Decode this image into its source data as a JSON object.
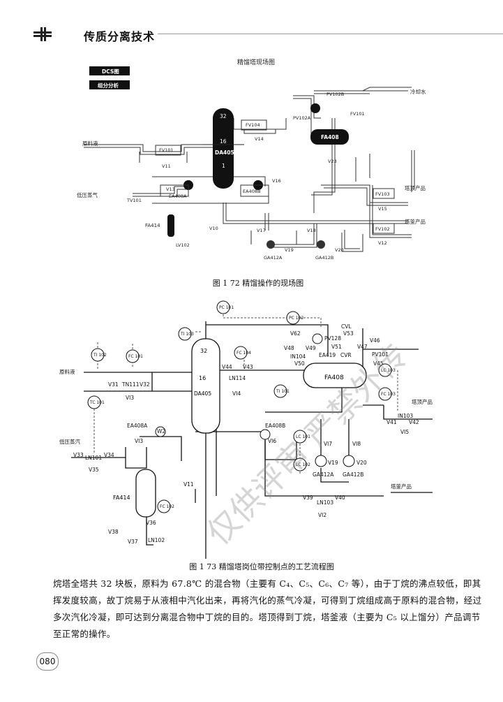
{
  "header": {
    "title": "传质分离技术"
  },
  "fig72": {
    "screen_title": "精馏塔现场图",
    "btn_dcs": "DCS图",
    "btn_analysis": "组分分析",
    "caption": "图 1 72   精馏操作的现场图",
    "labels": {
      "cooling_water": "冷却水",
      "feed": "原料液",
      "steam": "低压蒸气",
      "top_product": "塔顶产品",
      "bottom_product": "塔釜产品",
      "pv102b": "PV102B",
      "pv102a": "PV102A",
      "fv101_top": "FV101",
      "fv104": "FV104",
      "v14": "V14",
      "fa408": "FA408",
      "v23": "V23",
      "fv101": "FV101",
      "v11": "V11",
      "t32": "32",
      "t16": "16",
      "t1": "1",
      "da405": "DA405",
      "v16": "V16",
      "ea408b": "EA408B",
      "v13": "V13",
      "ea408a": "EA408A",
      "tv101": "TV101",
      "fv103": "FV103",
      "v15": "V15",
      "fv102": "FV102",
      "v12": "V12",
      "fa414": "FA414",
      "v10": "V10",
      "v17": "V17",
      "v18": "V18",
      "v19": "V19",
      "v20": "V20",
      "lv102": "LV102",
      "ga412a": "GA412A",
      "ga412b": "GA412B"
    }
  },
  "fig73": {
    "caption": "图 1 73   精馏塔岗位带控制点的工艺流程图",
    "labels": {
      "pc101": "PC\n101",
      "pc102": "PC\n102",
      "ti103": "TI\n103",
      "ti102": "TI\n102",
      "fc101": "FC\n101",
      "fc104": "FC\n104",
      "ti101": "TI\n101",
      "lc103": "LC\n103",
      "fc103": "FC\n103",
      "tc101": "TC\n101",
      "lc101": "LC\n101",
      "lc102": "LC\n102",
      "fc102": "FC\n102",
      "feed": "原料液",
      "steam": "低压蒸汽",
      "top_product": "塔顶产品",
      "bottom_product": "塔釜产品",
      "v31": "V31",
      "tn111": "TN111",
      "v32": "V32",
      "v13": "VI3",
      "t32": "32",
      "t16": "16",
      "da405": "DA405",
      "v44": "V44",
      "v43": "V43",
      "ln114": "LN114",
      "v14": "VI4",
      "v62": "V62",
      "cvl": "CVL",
      "v53": "V53",
      "pv128": "PV128",
      "v46": "V46",
      "v48": "V48",
      "v49": "V49",
      "in104": "IN104",
      "v51": "V51",
      "v47": "V47",
      "ea419": "EA419",
      "cvr": "CVR",
      "v50": "V50",
      "pv101": "PV101",
      "v45": "V45",
      "fa408": "FA408",
      "v41": "V41",
      "in103": "IN103",
      "v42": "V42",
      "v15": "VI5",
      "ea408a": "EA408A",
      "ea408b": "EA408B",
      "w2": "W2",
      "v33": "V33",
      "ln101": "LN101",
      "v34": "V34",
      "v35": "V35",
      "v13b": "VI3",
      "v16": "VI6",
      "v11": "V11",
      "v17": "VI7",
      "v8": "VI8",
      "v19": "V19",
      "v20": "V20",
      "ga412a": "GA412A",
      "ga412b": "GA412B",
      "fa414": "FA414",
      "v36": "V36",
      "v38": "V38",
      "v37": "V37",
      "ln102": "LN102",
      "v39": "V39",
      "ln103": "LN103",
      "v40": "V40",
      "v12": "VI2"
    }
  },
  "watermark": "仅供评审 严禁外传",
  "paragraph": "烷塔全塔共 32 块板，原料为 67.8℃ 的混合物（主要有 C₄、C₅、C₆、C₇ 等），由于丁烷的沸点较低，即其挥发度较高，故丁烷易于从液相中汽化出来，再将汽化的蒸气冷凝，可得到丁烷组成高于原料的混合物，经过多次汽化冷凝，即可达到分离混合物中丁烷的目的。塔顶得到丁烷，塔釜液（主要为 C₅ 以上馏分）产品调节至正常的操作。",
  "page_number": "080"
}
